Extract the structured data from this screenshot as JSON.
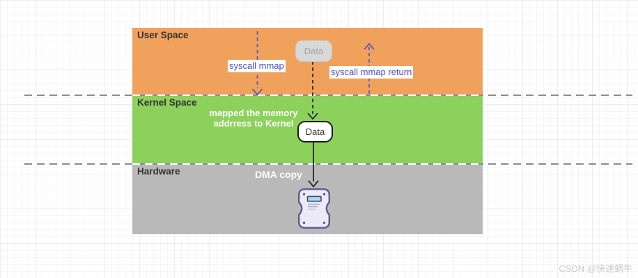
{
  "layers": {
    "user_space": {
      "label": "User Space",
      "fill": "#f0a25c"
    },
    "kernel_space": {
      "label": "Kernel Space",
      "fill": "#8cd15c"
    },
    "hardware": {
      "label": "Hardware",
      "fill": "#b9b9b9"
    }
  },
  "nodes": {
    "user_data": {
      "label": "Data",
      "fill": "#d8d8d8",
      "text_color": "#a3a3a3"
    },
    "kernel_data": {
      "label": "Data",
      "fill": "#ffffff",
      "border_color": "#1a1a1a"
    },
    "disk": {
      "icon": "hard-disk-icon",
      "fill": "#eceaf8",
      "border_color": "#5e5c8e"
    }
  },
  "edges": {
    "syscall_mmap": {
      "label": "syscall mmap",
      "color": "#4853c6",
      "style": "dashed",
      "direction": "down"
    },
    "syscall_mmap_return": {
      "label": "syscall mmap return",
      "color": "#4853c6",
      "style": "dashed",
      "direction": "up"
    },
    "user_data_to_kernel_data": {
      "color": "#1a1a1a",
      "style": "dashed",
      "direction": "down"
    },
    "kernel_data_to_disk": {
      "color": "#1a1a1a",
      "style": "solid",
      "direction": "down"
    }
  },
  "annotations": {
    "mapped_memory_line1": "mapped the memory",
    "mapped_memory_line2": "addrress to Kernel",
    "dma_copy": "DMA copy"
  },
  "watermark": "CSDN @快速蜗牛"
}
